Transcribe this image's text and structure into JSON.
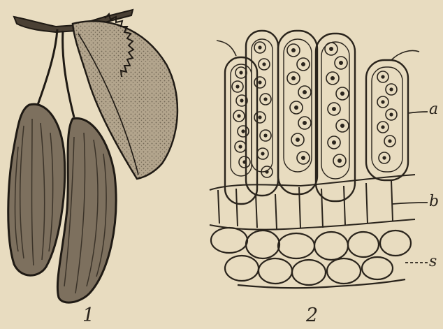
{
  "figure_numbers": {
    "fig1": "1",
    "fig2": "2"
  },
  "part_labels": {
    "a": "a",
    "b": "b",
    "s": "s"
  },
  "colors": {
    "paper": "#e8dcc0",
    "ink": "#2a241c",
    "fruit_fill": "#7d705e",
    "leaf_fill": "#b3a58d"
  }
}
